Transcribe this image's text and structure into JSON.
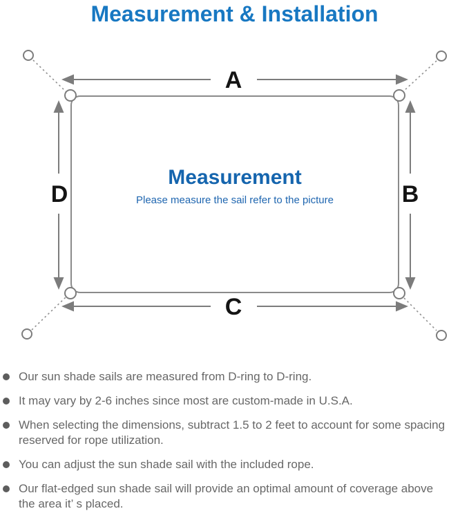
{
  "title": "Measurement & Installation",
  "colors": {
    "title_blue": "#1878c2",
    "center_heading_blue": "#1565ae",
    "center_caption_blue": "#1f66b0",
    "diagram_line_gray": "#7c7c7c",
    "letter_black": "#141414",
    "note_text_gray": "#676767"
  },
  "diagram": {
    "labels": {
      "top": "A",
      "right": "B",
      "bottom": "C",
      "left": "D"
    },
    "center_heading": "Measurement",
    "center_caption": "Please measure the sail refer to the picture"
  },
  "bullets": {
    "items": [
      {
        "text": "Our sun shade sails are measured from D-ring to D-ring."
      },
      {
        "text": "It may vary by 2-6 inches since most are custom-made in U.S.A."
      },
      {
        "text": "When selecting the dimensions, subtract 1.5 to 2 feet to account for some spacing\nreserved for rope utilization."
      },
      {
        "text": "You can adjust the sun shade sail with the included rope."
      },
      {
        "text": "Our flat-edged sun shade sail will provide an optimal amount of coverage above\nthe area it’ s placed."
      }
    ]
  }
}
